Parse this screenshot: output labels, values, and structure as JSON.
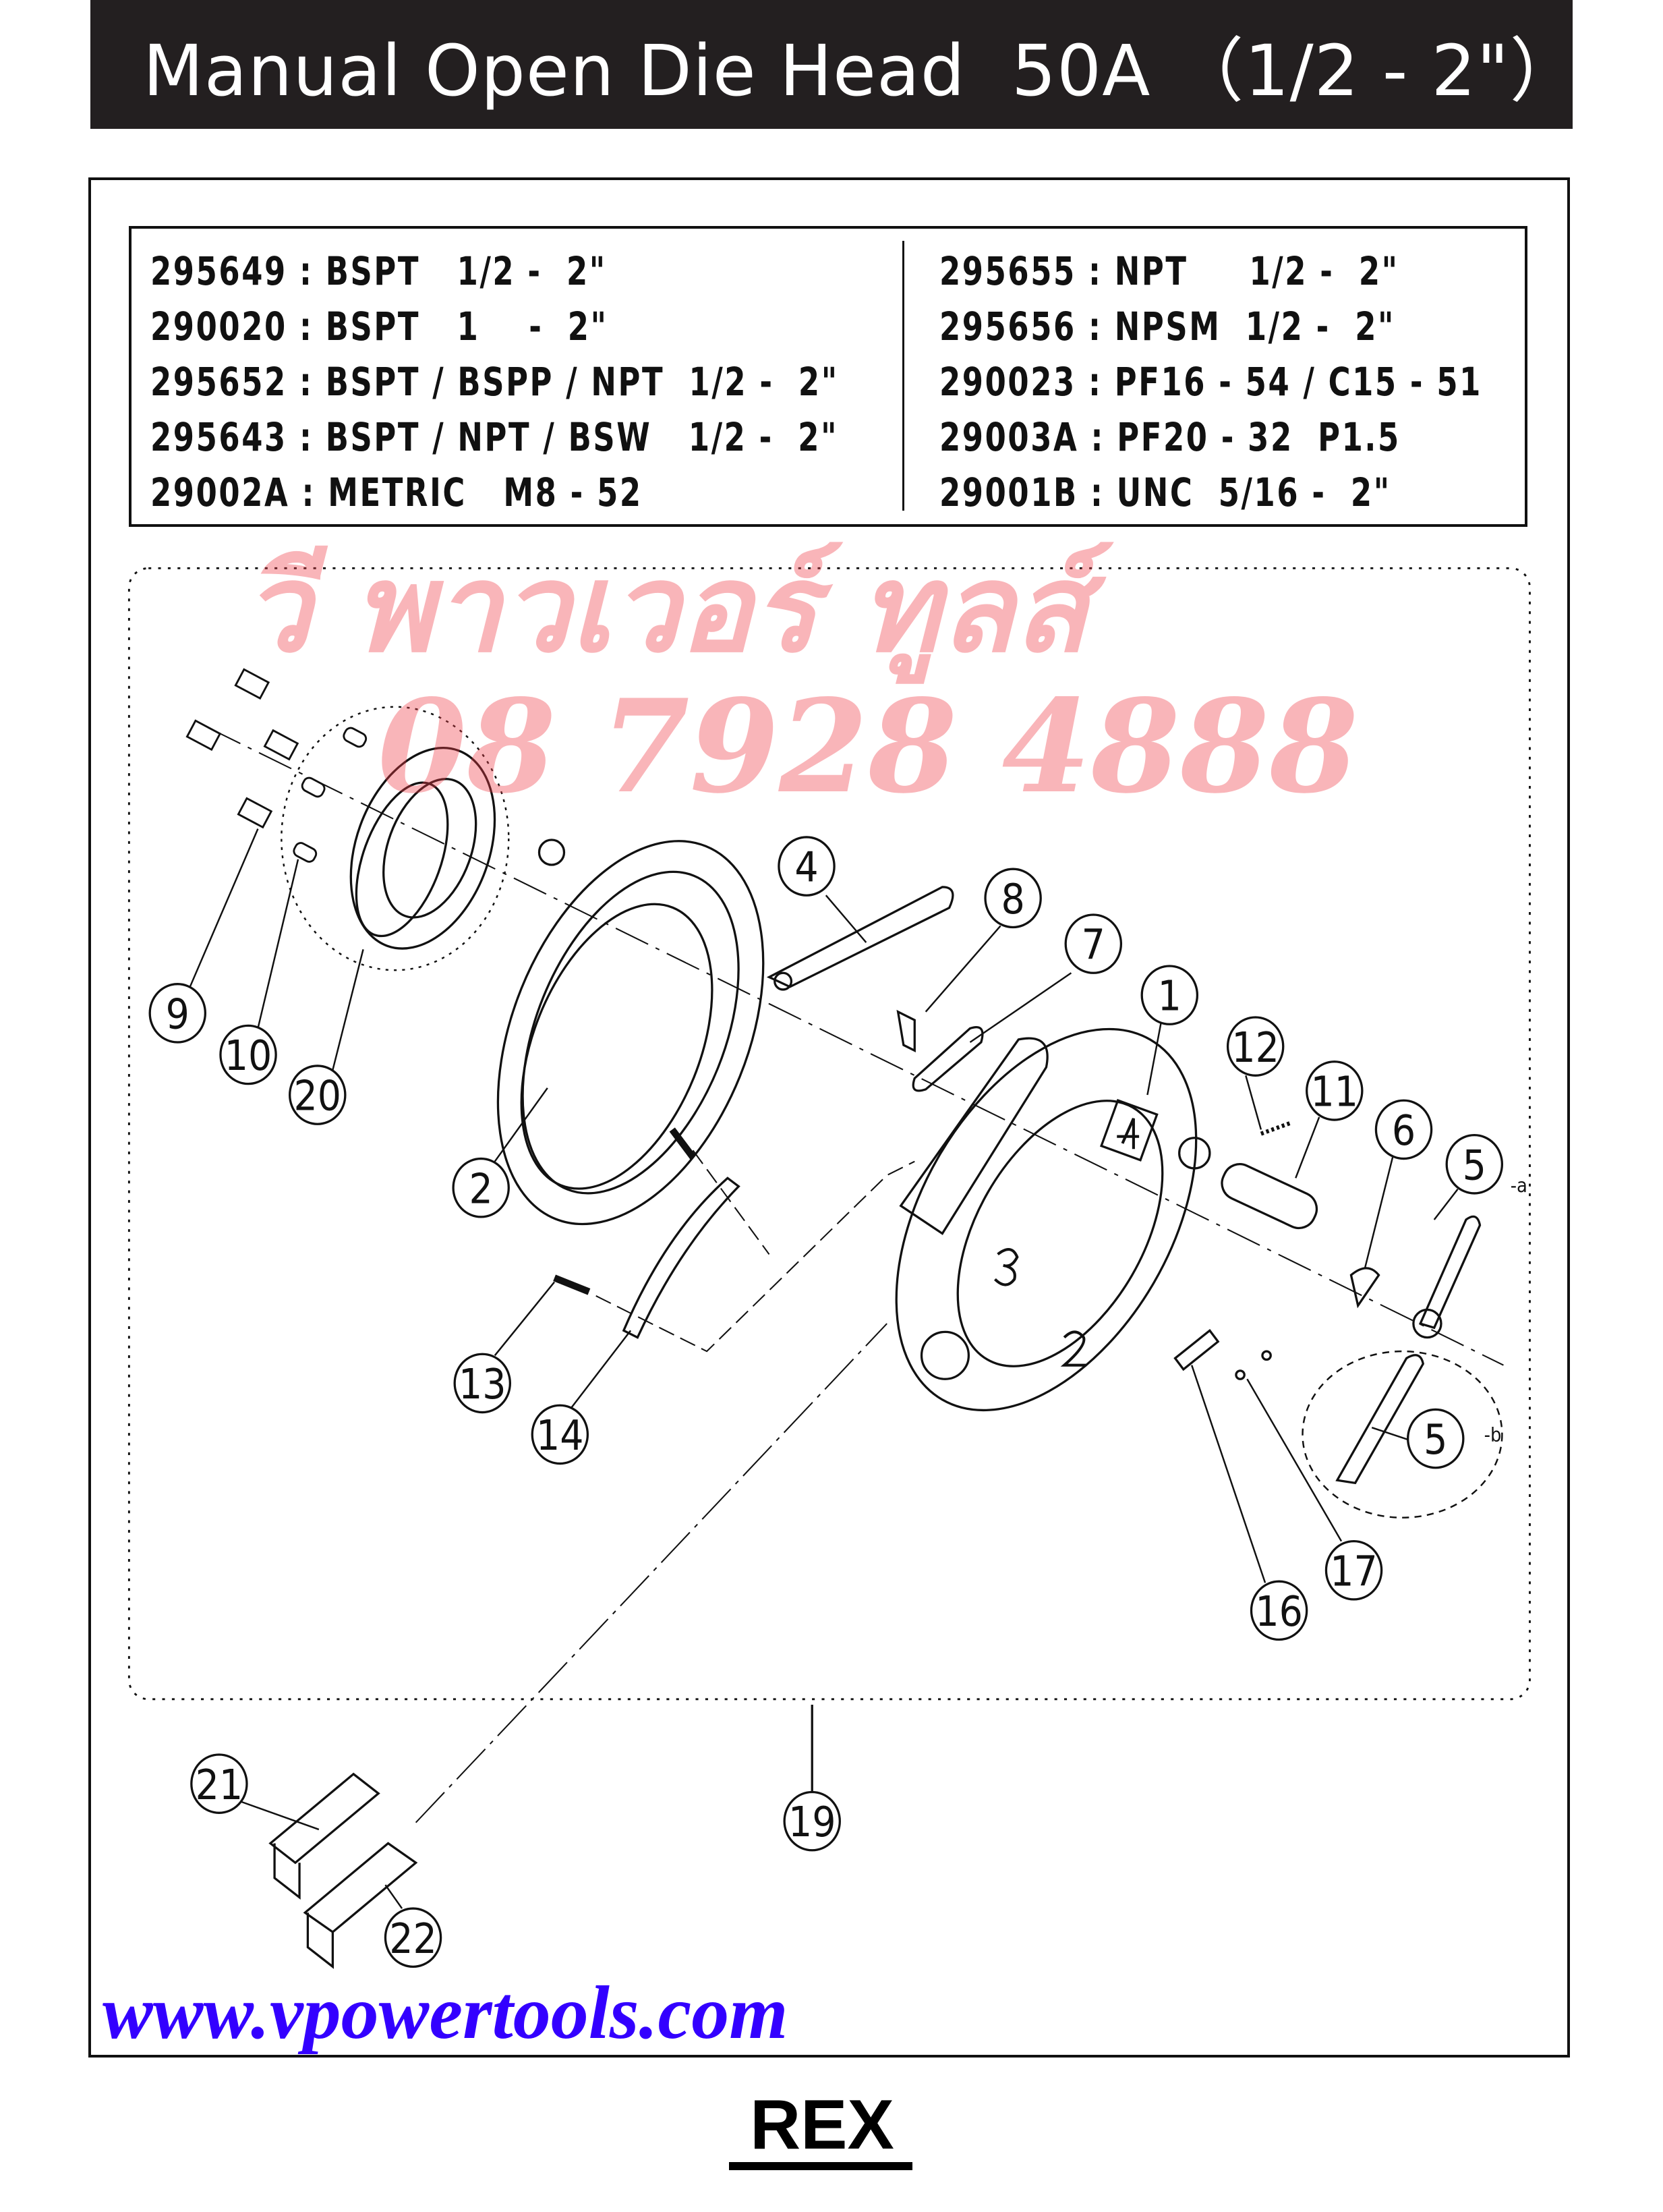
{
  "title": "Manual Open Die Head  50A （1/2 - 2\"）",
  "spec_table": {
    "left": [
      "295649 : BSPT   1/2 -  2\"",
      "290020 : BSPT   1    -  2\"",
      "295652 : BSPT / BSPP / NPT  1/2 -  2\"",
      "295643 : BSPT / NPT / BSW   1/2 -  2\"",
      "29002A : METRIC   M8 - 52"
    ],
    "right": [
      "295655 : NPT     1/2 -  2\"",
      "295656 : NPSM  1/2 -  2\"",
      "290023 : PF16 - 54 / C15 - 51",
      "29003A : PF20 - 32  P1.5",
      "29001B : UNC  5/16 -  2\""
    ]
  },
  "callouts": [
    "9",
    "10",
    "20",
    "2",
    "4",
    "8",
    "7",
    "1",
    "12",
    "11",
    "6",
    "5",
    "13",
    "14",
    "5",
    "17",
    "16",
    "19",
    "21",
    "22"
  ],
  "callout_suffixes": {
    "5a": "a",
    "5b": "b"
  },
  "watermark": {
    "name": "วี พาวเวอร์ ทูลส์",
    "phone": "08 7928 4888",
    "color": "#f03c46"
  },
  "website": "www.vpowertools.com",
  "website_color": "#3300ff",
  "brand": "REX"
}
